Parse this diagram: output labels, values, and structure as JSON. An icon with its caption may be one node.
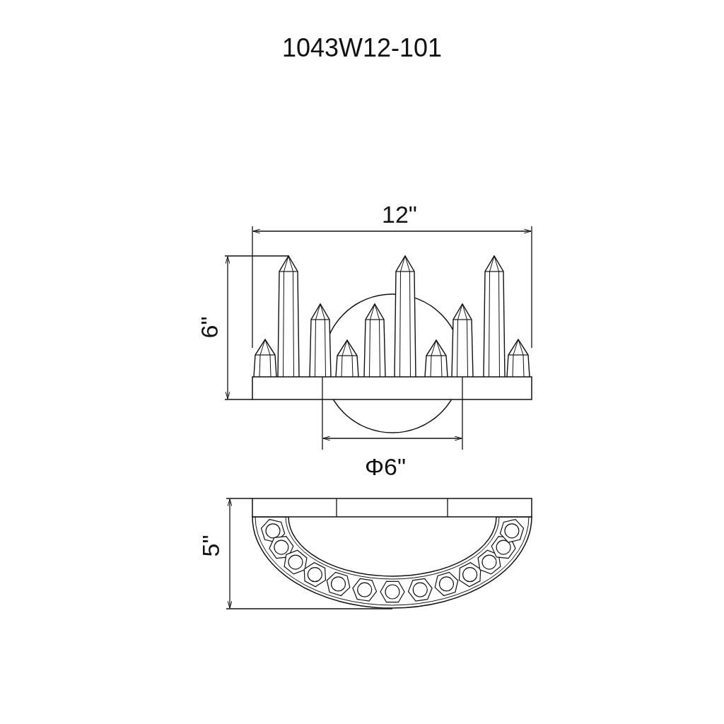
{
  "diagram": {
    "title": "1043W12-101",
    "labels": [
      "12\"",
      "6\"",
      "Φ6\"",
      "5\""
    ]
  }
}
